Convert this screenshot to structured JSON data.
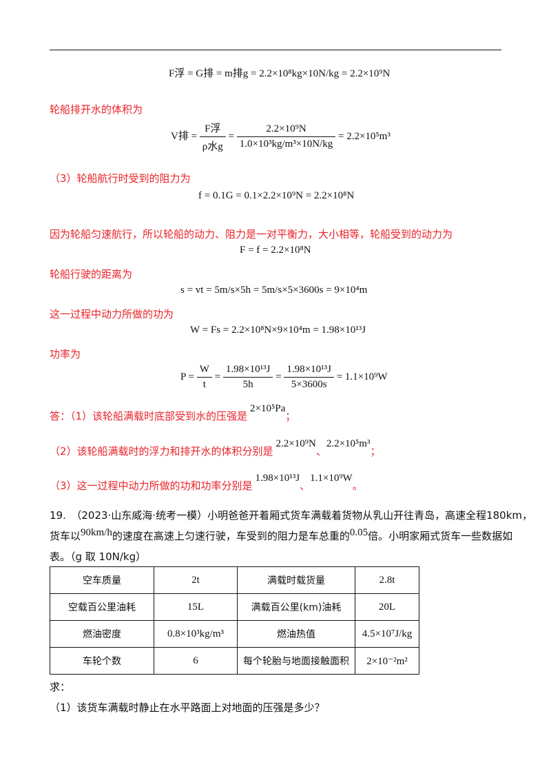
{
  "eq_buoyancy": "F浮 = G排 = m排g = 2.2×10⁸kg×10N/kg = 2.2×10⁹N",
  "label_volume": "轮船排开水的体积为",
  "eq_volume": {
    "lhs": "V排 =",
    "frac1_num": "F浮",
    "frac1_den": "ρ水g",
    "frac2_num": "2.2×10⁹N",
    "frac2_den": "1.0×10³kg/m³×10N/kg",
    "result": "= 2.2×10⁵m³"
  },
  "label_resistance": "（3）轮船航行时受到的阻力为",
  "eq_resistance": "f = 0.1G = 0.1×2.2×10⁹N = 2.2×10⁸N",
  "label_balance": "因为轮船匀速航行，所以轮船的动力、阻力是一对平衡力，大小相等，轮船受到的动力为",
  "eq_force": "F = f = 2.2×10⁸N",
  "label_distance": "轮船行驶的距离为",
  "eq_distance": "s = vt = 5m/s×5h = 5m/s×5×3600s = 9×10⁴m",
  "label_work": "这一过程中动力所做的功为",
  "eq_work": "W = Fs = 2.2×10⁸N×9×10⁴m = 1.98×10¹³J",
  "label_power": "功率为",
  "eq_power": {
    "lhs": "P =",
    "f1_num": "W",
    "f1_den": "t",
    "f2_num": "1.98×10¹³J",
    "f2_den": "5h",
    "f3_num": "1.98×10¹³J",
    "f3_den": "5×3600s",
    "result": "= 1.1×10⁹W"
  },
  "answer": {
    "a1_text": "答：（1）该轮船满载时底部受到水的压强是",
    "a1_val": "2×10⁵Pa",
    "a1_end": "；",
    "a2_text": "（2）该轮船满载时的浮力和排开水的体积分别是",
    "a2_val1": "2.2×10⁹N",
    "a2_sep": "、",
    "a2_val2": "2.2×10⁵m³",
    "a2_end": "；",
    "a3_text": "（3）这一过程中动力所做的功和功率分别是",
    "a3_val1": "1.98×10¹³J",
    "a3_sep": "、",
    "a3_val2": "1.1×10⁹W",
    "a3_end": "。"
  },
  "q19": {
    "line1": "19.　（2023·山东威海·统考一模）小明爸爸开着厢式货车满载着货物从乳山开往青岛，高速全程180km，",
    "line2a": "货车以",
    "line2_speed": "90km/h",
    "line2b": "的速度在高速上匀速行驶，车受到的阻力是车总重的",
    "line2_ratio": "0.05",
    "line2c": "倍。小明家厢式货车一些数据如",
    "line3": "表。（g 取 10N/kg）"
  },
  "table": {
    "rows": [
      [
        "空车质量",
        "2t",
        "满载时载货量",
        "2.8t"
      ],
      [
        "空载百公里油耗",
        "15L",
        "满载百公里(km)油耗",
        "20L"
      ],
      [
        "燃油密度",
        "0.8×10³kg/m³",
        "燃油热值",
        "4.5×10⁷J/kg"
      ],
      [
        "车轮个数",
        "6",
        "每个轮胎与地面接触面积",
        "2×10⁻²m²"
      ]
    ]
  },
  "ask": "求：",
  "sub1": "（1）该货车满载时静止在水平路面上对地面的压强是多少？"
}
